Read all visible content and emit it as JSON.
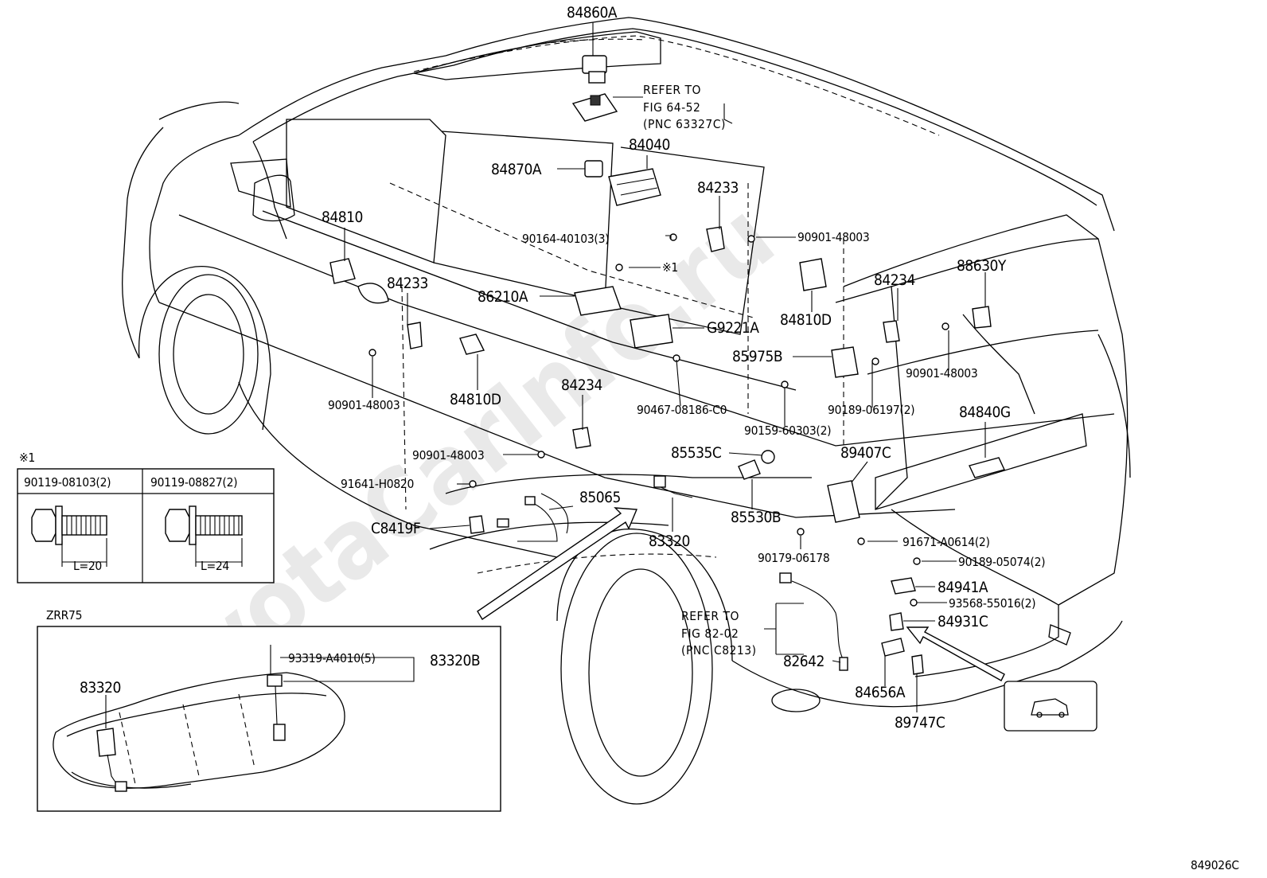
{
  "figure_code": "849026C",
  "watermark": "ToyotaCarInfo.ru",
  "parts": [
    {
      "id": "p84860A",
      "label": "84860A"
    },
    {
      "id": "p84040",
      "label": "84040"
    },
    {
      "id": "p84870A",
      "label": "84870A"
    },
    {
      "id": "p84233a",
      "label": "84233"
    },
    {
      "id": "p90901a",
      "label": "90901-48003"
    },
    {
      "id": "p90164",
      "label": "90164-40103(3)"
    },
    {
      "id": "pstar1",
      "label": "※1"
    },
    {
      "id": "p84810",
      "label": "84810"
    },
    {
      "id": "p84233b",
      "label": "84233"
    },
    {
      "id": "p86210A",
      "label": "86210A"
    },
    {
      "id": "pG9221A",
      "label": "G9221A"
    },
    {
      "id": "p84810Da",
      "label": "84810D"
    },
    {
      "id": "p84234a",
      "label": "84234"
    },
    {
      "id": "p88630Y",
      "label": "88630Y"
    },
    {
      "id": "p85975B",
      "label": "85975B"
    },
    {
      "id": "p90901b",
      "label": "90901-48003"
    },
    {
      "id": "p90901c",
      "label": "90901-48003"
    },
    {
      "id": "p84810Db",
      "label": "84810D"
    },
    {
      "id": "p84234b",
      "label": "84234"
    },
    {
      "id": "p90467",
      "label": "90467-08186-C0"
    },
    {
      "id": "p90189a",
      "label": "90189-06197(2)"
    },
    {
      "id": "p90159",
      "label": "90159-60303(2)"
    },
    {
      "id": "p84840G",
      "label": "84840G"
    },
    {
      "id": "p90901d",
      "label": "90901-48003"
    },
    {
      "id": "p85535C",
      "label": "85535C"
    },
    {
      "id": "p89407C",
      "label": "89407C"
    },
    {
      "id": "p91641",
      "label": "91641-H0820"
    },
    {
      "id": "p85065",
      "label": "85065"
    },
    {
      "id": "pC8419F",
      "label": "C8419F"
    },
    {
      "id": "p85530B",
      "label": "85530B"
    },
    {
      "id": "p83320a",
      "label": "83320"
    },
    {
      "id": "p91671",
      "label": "91671-A0614(2)"
    },
    {
      "id": "p90179",
      "label": "90179-06178"
    },
    {
      "id": "p90189b",
      "label": "90189-05074(2)"
    },
    {
      "id": "p84941A",
      "label": "84941A"
    },
    {
      "id": "p93568",
      "label": "93568-55016(2)"
    },
    {
      "id": "p84931C",
      "label": "84931C"
    },
    {
      "id": "p82642",
      "label": "82642"
    },
    {
      "id": "p84656A",
      "label": "84656A"
    },
    {
      "id": "p89747C",
      "label": "89747C"
    },
    {
      "id": "p93319",
      "label": "93319-A4010(5)"
    },
    {
      "id": "p83320B",
      "label": "83320B"
    },
    {
      "id": "p83320b",
      "label": "83320"
    }
  ],
  "refer_64": [
    "REFER TO",
    "FIG 64-52",
    "(PNC 63327C)"
  ],
  "refer_82": [
    "REFER TO",
    "FIG 82-02",
    "(PNC C8213)"
  ],
  "inset_bolts": {
    "marker": "※1",
    "col1_header": "90119-08103(2)",
    "col2_header": "90119-08827(2)",
    "col1_length": "L=20",
    "col2_length": "L=24"
  },
  "inset_tank": {
    "title": "ZRR75"
  }
}
